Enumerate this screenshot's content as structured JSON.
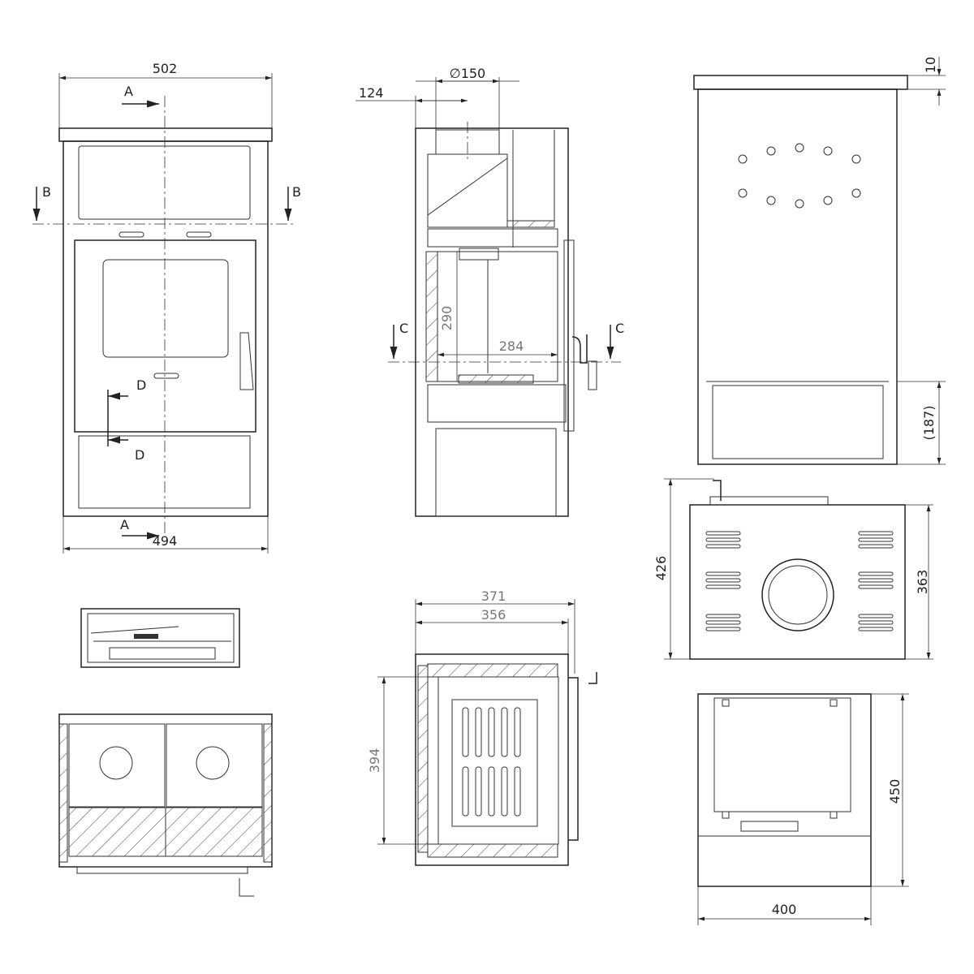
{
  "title": "Stove dimension drawing",
  "front_view": {
    "width_top": "502",
    "width_bottom": "494",
    "section_a": "A",
    "section_b": "B",
    "section_d": "D"
  },
  "side_section": {
    "flue_diameter": "∅150",
    "flue_offset": "124",
    "firebox_height": "290",
    "firebox_depth": "284",
    "section_c": "C"
  },
  "rear_view": {
    "top_thickness": "10",
    "lower_height": "(187)"
  },
  "top_view": {
    "depth_overall": "426",
    "depth_body": "363"
  },
  "plan_section": {
    "outer_width": "371",
    "inner_width": "356",
    "depth": "394"
  },
  "bottom_view": {
    "depth": "450",
    "width": "400"
  }
}
